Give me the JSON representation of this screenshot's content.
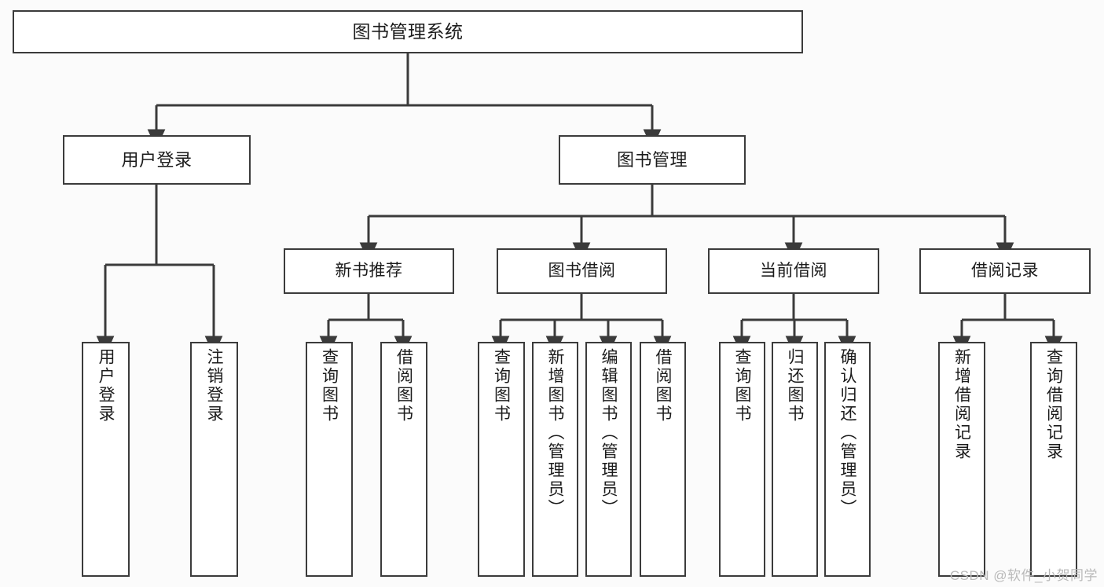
{
  "diagram": {
    "type": "tree",
    "title": "图书管理系统",
    "root": {
      "label": "图书管理系统"
    },
    "level1": [
      {
        "label": "用户登录"
      },
      {
        "label": "图书管理"
      }
    ],
    "level2": [
      {
        "label": "新书推荐"
      },
      {
        "label": "图书借阅"
      },
      {
        "label": "当前借阅"
      },
      {
        "label": "借阅记录"
      }
    ],
    "leaves": {
      "user_login": [
        {
          "label": "用户登录"
        },
        {
          "label": "注销登录"
        }
      ],
      "new_book_recommend": [
        {
          "label": "查询图书"
        },
        {
          "label": "借阅图书"
        }
      ],
      "book_borrow": [
        {
          "label": "查询图书"
        },
        {
          "label": "新增图书（管理员）"
        },
        {
          "label": "编辑图书（管理员）"
        },
        {
          "label": "借阅图书"
        }
      ],
      "current_borrow": [
        {
          "label": "查询图书"
        },
        {
          "label": "归还图书"
        },
        {
          "label": "确认归还（管理员）"
        }
      ],
      "borrow_record": [
        {
          "label": "新增借阅记录"
        },
        {
          "label": "查询借阅记录"
        }
      ]
    }
  },
  "watermark": {
    "text": "CSDN @软件_小贺同学"
  },
  "colors": {
    "border": "#3b3b3b",
    "fill": "#ffffff",
    "text": "#1b1b1b",
    "background": "#fbfbfb",
    "watermark": "#b9b9b9"
  }
}
